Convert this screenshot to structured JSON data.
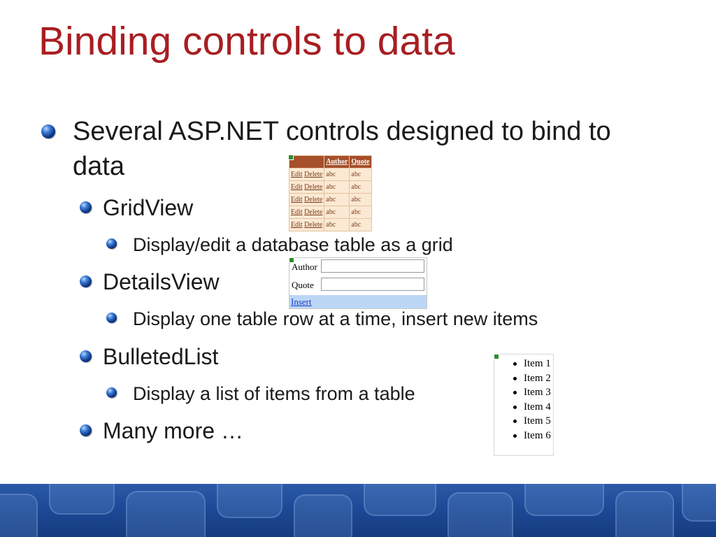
{
  "slide": {
    "title": "Binding controls to data",
    "bullets": {
      "main": "Several ASP.NET controls designed to bind to data",
      "gridview": "GridView",
      "gridview_desc": "Display/edit a database table as a grid",
      "detailsview": "DetailsView",
      "detailsview_desc": "Display one table row at a time, insert new items",
      "bulletedlist": "BulletedList",
      "bulletedlist_desc": "Display a list of items from a table",
      "more": "Many more …"
    }
  },
  "gridview_sample": {
    "headers": [
      "",
      "Author",
      "Quote"
    ],
    "rows": [
      {
        "edit": "Edit",
        "delete": "Delete",
        "author": "abc",
        "quote": "abc"
      },
      {
        "edit": "Edit",
        "delete": "Delete",
        "author": "abc",
        "quote": "abc"
      },
      {
        "edit": "Edit",
        "delete": "Delete",
        "author": "abc",
        "quote": "abc"
      },
      {
        "edit": "Edit",
        "delete": "Delete",
        "author": "abc",
        "quote": "abc"
      },
      {
        "edit": "Edit",
        "delete": "Delete",
        "author": "abc",
        "quote": "abc"
      }
    ]
  },
  "detailsview_sample": {
    "author_label": "Author",
    "quote_label": "Quote",
    "insert_link": "Insert"
  },
  "bulletedlist_sample": {
    "items": [
      "Item 1",
      "Item 2",
      "Item 3",
      "Item 4",
      "Item 5",
      "Item 6"
    ]
  },
  "colors": {
    "title": "#a81e22",
    "footer": "#1d4a96",
    "grid_header": "#a5502a",
    "grid_cell": "#fbe9d3",
    "details_insert_row": "#bcd7f5"
  }
}
